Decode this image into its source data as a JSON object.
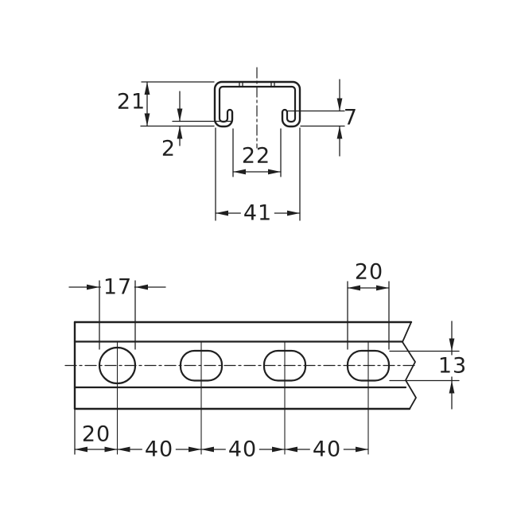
{
  "page": {
    "background_color": "#ffffff",
    "line_color": "#1f1f1f"
  },
  "views": {
    "cross_section": {
      "name": "strut-channel-cross-section",
      "dims": {
        "height": "21",
        "thickness": "2",
        "slot_opening": "22",
        "overall_width": "41",
        "lip_height": "7"
      }
    },
    "plan": {
      "name": "rail-plan-view-with-holes",
      "dims": {
        "hole_diameter": "17",
        "slot_length": "20",
        "slot_width": "13",
        "end_distance": "20",
        "pitch_a": "40",
        "pitch_b": "40",
        "pitch_c": "40"
      }
    }
  }
}
